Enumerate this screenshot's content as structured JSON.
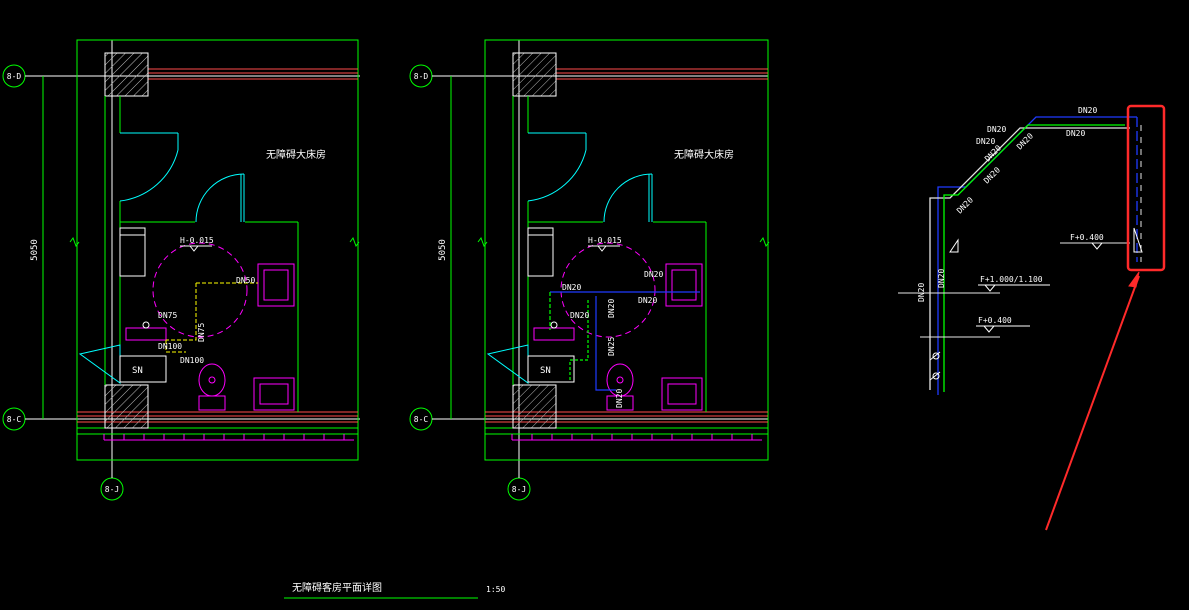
{
  "colors": {
    "background": "#000000",
    "wall": "#00ff00",
    "axis_line": "#ff4d4d",
    "fixture": "#ff00ff",
    "door": "#00ffff",
    "pipe_blue": "#1f3bff",
    "pipe_white": "#e6e6e6",
    "hatch": "#c0c0c0",
    "text": "#ffffff",
    "dim": "#00ff00",
    "dim_text": "#ffffff",
    "circle_dashed": "#ff00ff",
    "yellow": "#ffff00",
    "highlight": "#ff2a2a"
  },
  "axes": {
    "b_d": "8-D",
    "b_c": "8-C",
    "b_j": "8-J"
  },
  "dimension": "5050",
  "room_label": "无障碍大床房",
  "shower_label": "SN",
  "plan_left": {
    "level": "H-0.015",
    "pipes": [
      "DN50",
      "DN75",
      "DN75",
      "DN100",
      "DN100"
    ]
  },
  "plan_right": {
    "level": "H-0.015",
    "pipes": [
      "DN20",
      "DN20",
      "DN20",
      "DN20",
      "DN20",
      "DN25",
      "DN20"
    ]
  },
  "isometric": {
    "pipes": [
      "DN20",
      "DN20",
      "DN20",
      "DN20",
      "DN20",
      "DN20",
      "DN20",
      "DN20",
      "DN20",
      "DN20"
    ],
    "elevations": [
      "F+0.400",
      "F+1.000/1.100",
      "F+0.400"
    ]
  },
  "footer": {
    "title": "无障碍客房平面详图",
    "scale": "1:50"
  }
}
